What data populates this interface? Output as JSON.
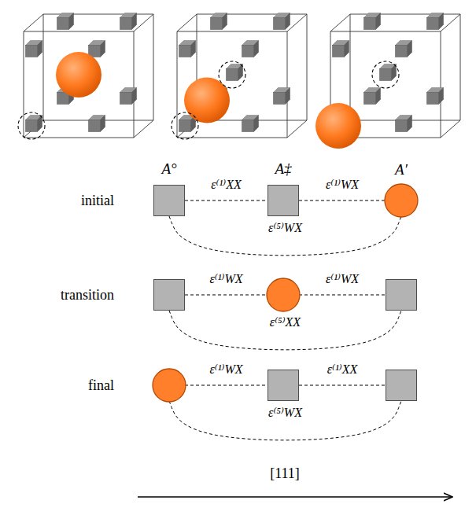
{
  "diagram": {
    "nodes": [
      {
        "text": [
          "A°"
        ]
      },
      {
        "text": [
          "A‡"
        ]
      },
      {
        "text": [
          "A′"
        ]
      },
      {
        "text": []
      },
      {
        "text": []
      },
      {
        "text": []
      },
      {
        "text": []
      },
      {
        "text": []
      },
      {
        "text": []
      }
    ],
    "edges": [
      {
        "from": 0,
        "to": 1,
        "arrow": "none",
        "label": "ε⁽¹⁾XX"
      },
      {
        "from": 1,
        "to": 2,
        "arrow": "none",
        "label": "ε⁽¹⁾WX"
      },
      {
        "from": 0,
        "to": 2,
        "arrow": "none",
        "label": "ε⁽⁵⁾WX"
      },
      {
        "from": 3,
        "to": 4,
        "arrow": "none",
        "label": "ε⁽¹⁾WX"
      },
      {
        "from": 4,
        "to": 5,
        "arrow": "none",
        "label": "ε⁽¹⁾WX"
      },
      {
        "from": 3,
        "to": 5,
        "arrow": "none",
        "label": "ε⁽⁵⁾XX"
      },
      {
        "from": 6,
        "to": 7,
        "arrow": "none",
        "label": "ε⁽¹⁾WX"
      },
      {
        "from": 7,
        "to": 8,
        "arrow": "none",
        "label": "ε⁽¹⁾XX"
      },
      {
        "from": 6,
        "to": 8,
        "arrow": "none",
        "label": "ε⁽⁵⁾WX"
      }
    ],
    "labels": [
      "initial",
      "transition",
      "final",
      "[111]"
    ]
  }
}
